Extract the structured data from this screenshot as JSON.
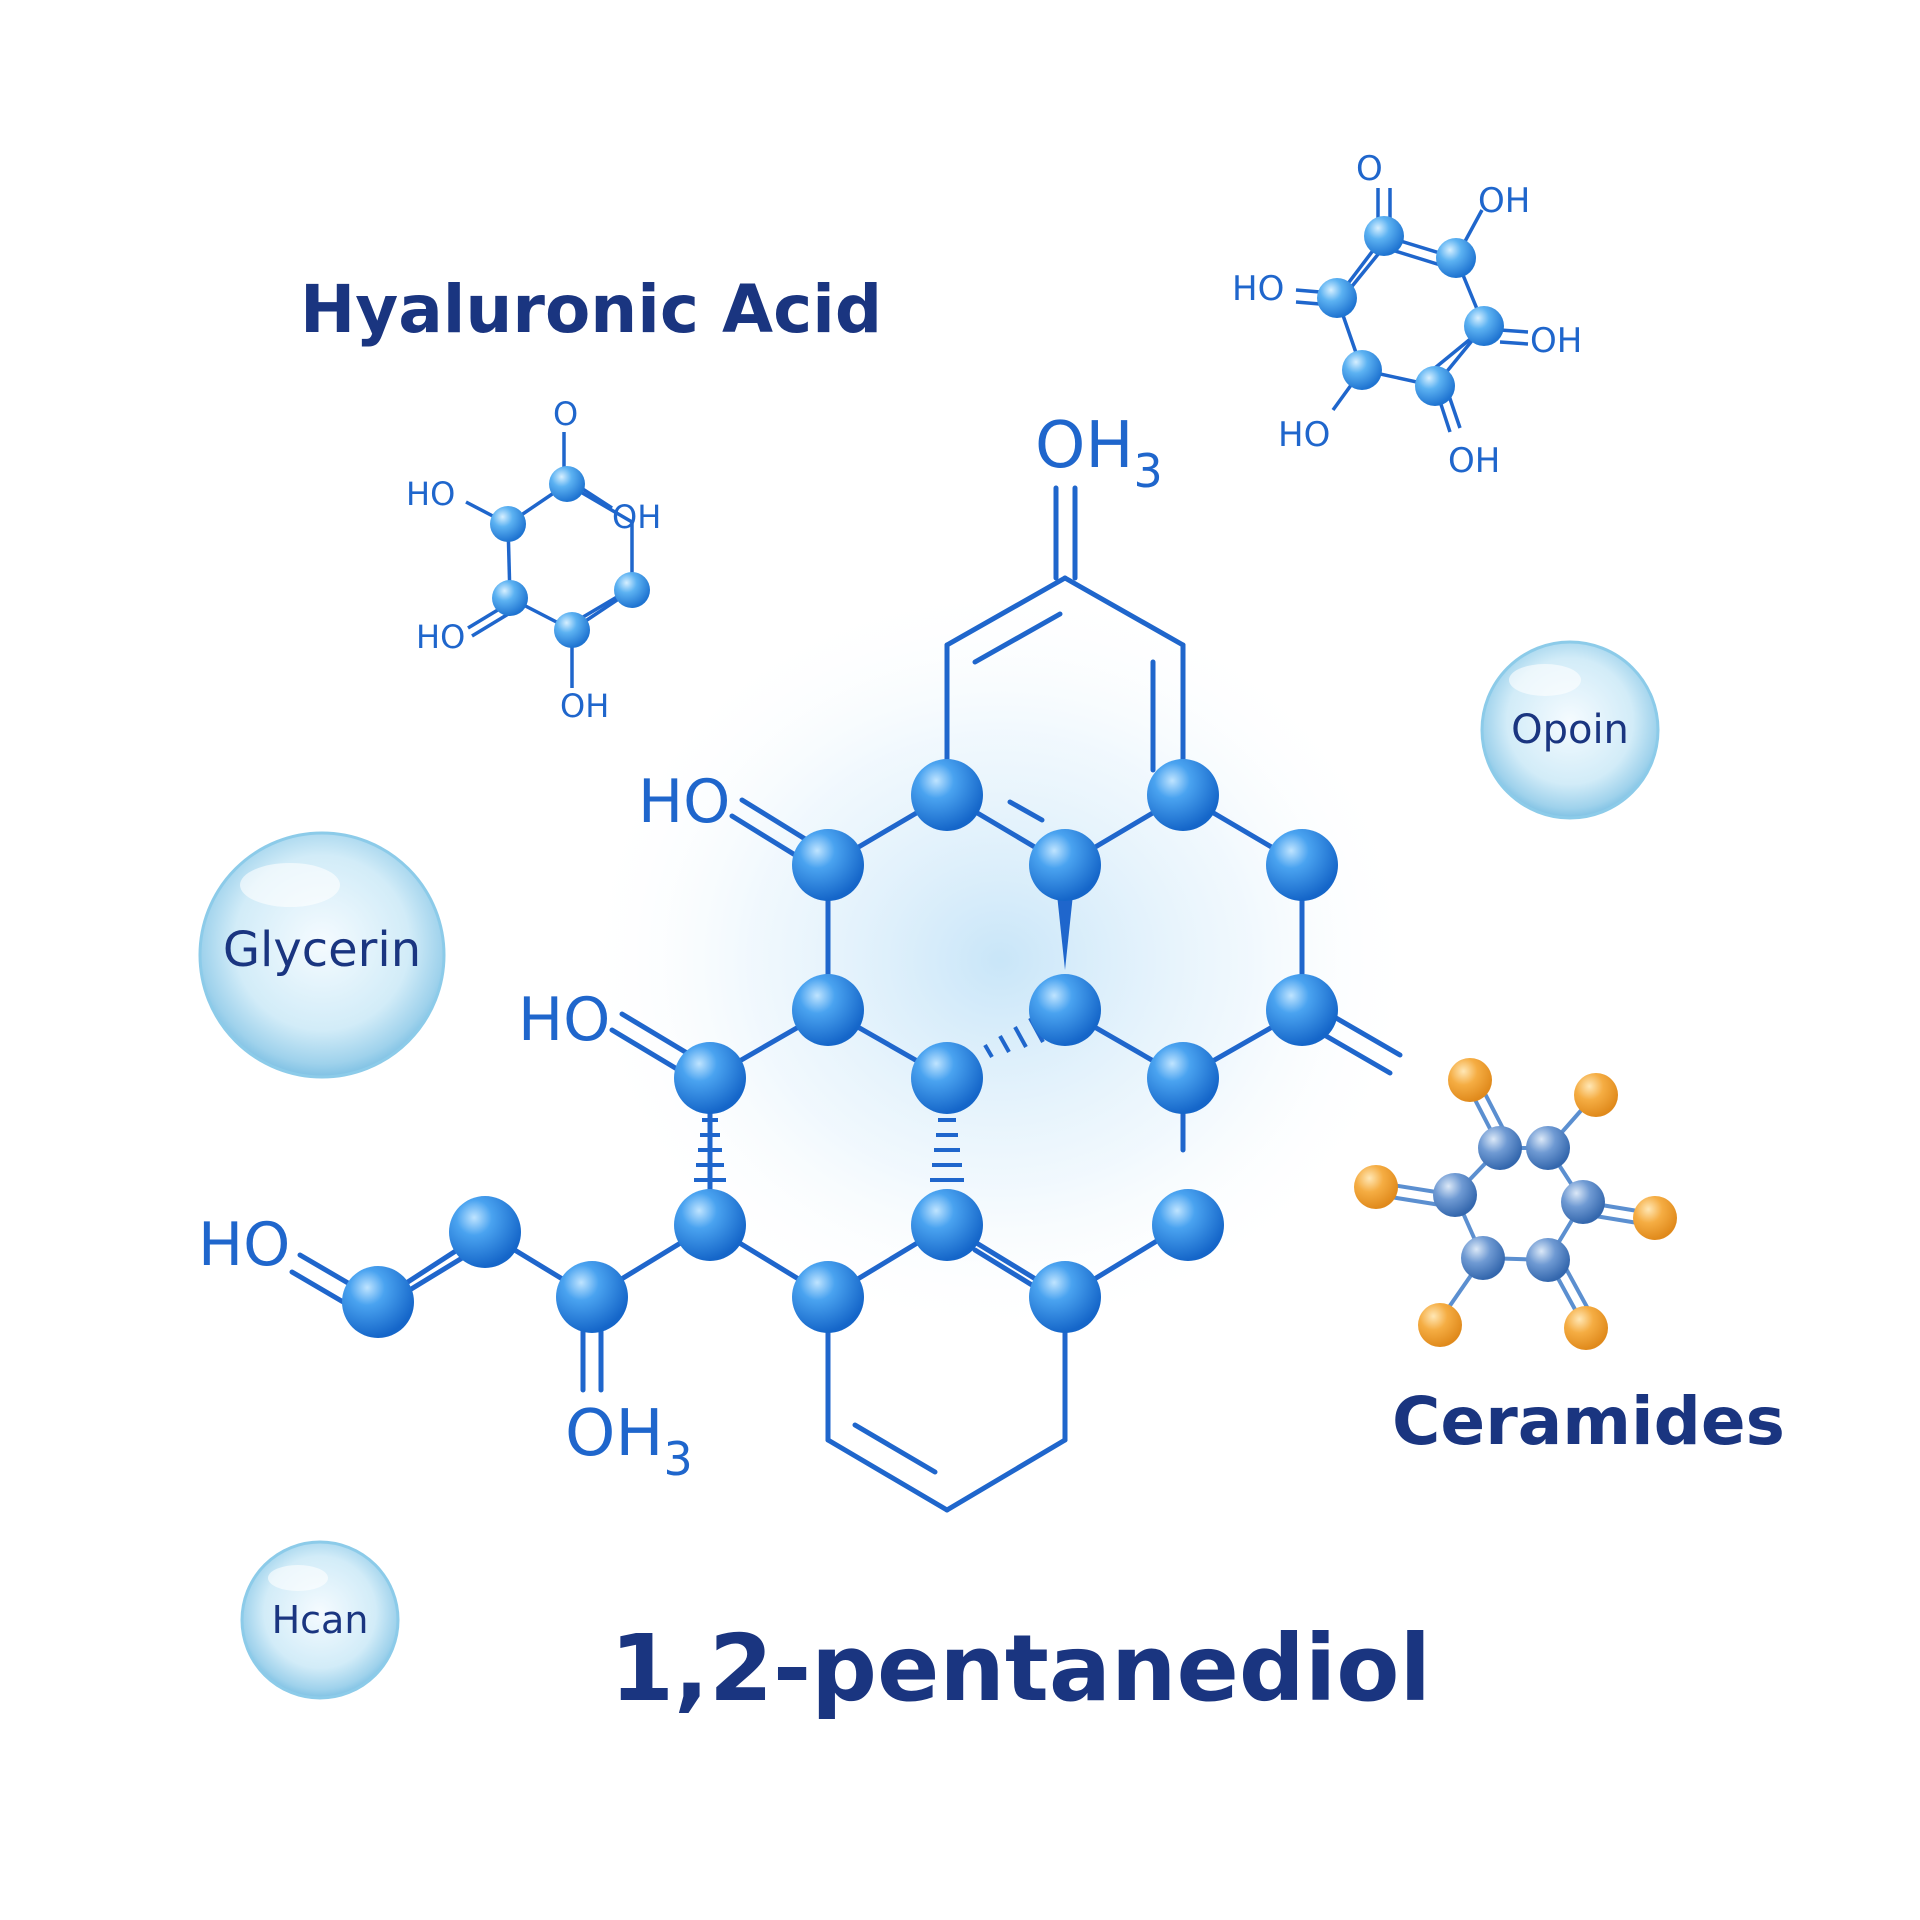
{
  "titles": {
    "hyaluronic": "Hyaluronic Acid",
    "ceramides": "Ceramides",
    "pentanediol": "1,2-pentanediol"
  },
  "bubbles": {
    "glycerin": "Glycerin",
    "opoin": "Opoin",
    "hcan": "Hcan"
  },
  "atoms": {
    "top_oh3": "OH",
    "top_oh3_sub": "3",
    "bottom_oh3": "OH",
    "bottom_oh3_sub": "3",
    "ho_upper": "HO",
    "ho_middle": "HO",
    "ho_lower": "HO"
  },
  "small_ring_left": {
    "o": "O",
    "ho_top": "HO",
    "oh_right": "OH",
    "ho_bottom": "HO",
    "oh_bottom": "OH"
  },
  "small_ring_right": {
    "o": "O",
    "oh_top": "OH",
    "ho_left": "HO",
    "oh_right": "OH",
    "ho_bottom": "HO",
    "oh_bottom": "OH"
  },
  "colors": {
    "title": "#1a3580",
    "bond": "#1f66cc",
    "atom": "#2f8fe8",
    "ceramide_atom": "#5b8fd0",
    "ceramide_end": "#f2a33a"
  }
}
